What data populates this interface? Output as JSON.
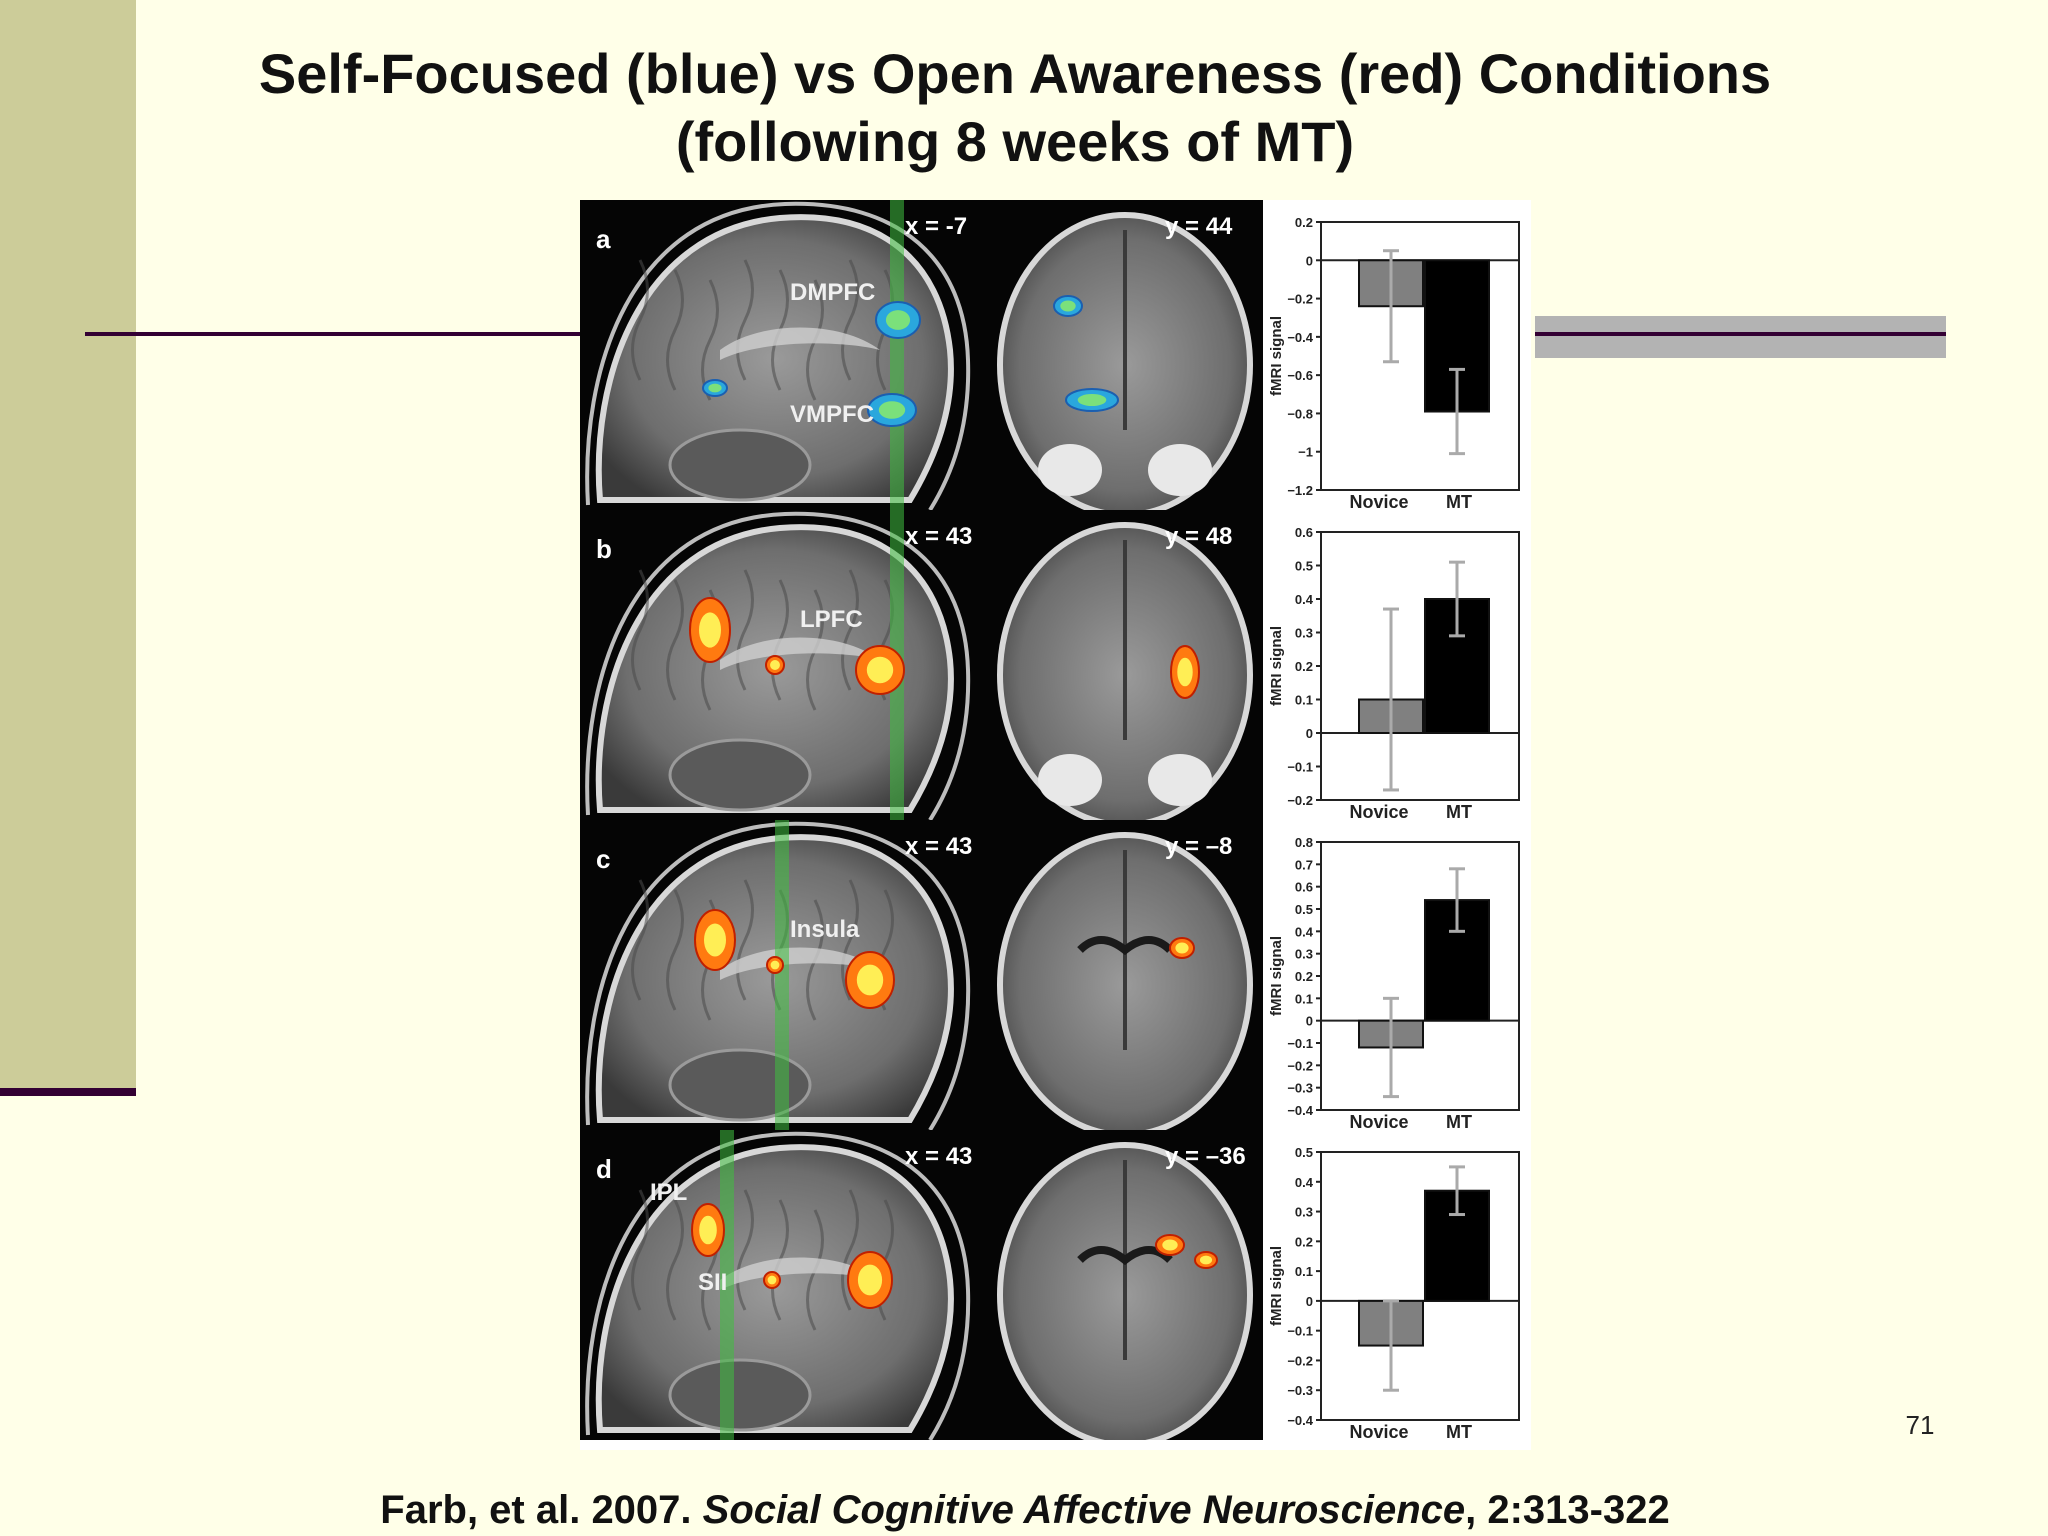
{
  "slide": {
    "title_line1": "Self-Focused (blue) vs Open Awareness (red) Conditions",
    "title_line2": "(following 8 weeks of MT)",
    "page_number": "71",
    "citation_authors": "Farb, et al. 2007. ",
    "citation_journal": "Social Cognitive Affective Neuroscience",
    "citation_pages": ", 2:313-322",
    "colors": {
      "background": "#ffffe8",
      "sidebar": "#cccc99",
      "accent_line": "#330033",
      "blue_activation": "#2b9fd9",
      "red_activation": "#ff6600"
    }
  },
  "panels": [
    {
      "letter": "a",
      "x_label": "x = -7",
      "y_label": "y = 44",
      "regions": [
        "DMPFC",
        "VMPFC"
      ],
      "activation": "blue"
    },
    {
      "letter": "b",
      "x_label": "x = 43",
      "y_label": "y = 48",
      "regions": [
        "LPFC"
      ],
      "activation": "red"
    },
    {
      "letter": "c",
      "x_label": "x = 43",
      "y_label": "y = –8",
      "regions": [
        "Insula"
      ],
      "activation": "red"
    },
    {
      "letter": "d",
      "x_label": "x = 43",
      "y_label": "y = –36",
      "regions": [
        "IPL",
        "SII"
      ],
      "activation": "red"
    }
  ],
  "chart_data": [
    {
      "type": "bar",
      "panel": "a",
      "categories": [
        "Novice",
        "MT"
      ],
      "values": [
        -0.24,
        -0.79
      ],
      "error": [
        0.29,
        0.22
      ],
      "ylabel": "fMRI signal",
      "ylim": [
        -1.2,
        0.2
      ],
      "ticks": [
        "0.2",
        "0",
        "−0.2",
        "−0.4",
        "−0.6",
        "−0.8",
        "−1",
        "−1.2"
      ],
      "tick_values": [
        0.2,
        0,
        -0.2,
        -0.4,
        -0.6,
        -0.8,
        -1,
        -1.2
      ],
      "colors": [
        "#808080",
        "#000000"
      ]
    },
    {
      "type": "bar",
      "panel": "b",
      "categories": [
        "Novice",
        "MT"
      ],
      "values": [
        0.1,
        0.4
      ],
      "error": [
        0.27,
        0.11
      ],
      "ylabel": "fMRI signal",
      "ylim": [
        -0.2,
        0.6
      ],
      "ticks": [
        "0.6",
        "0.5",
        "0.4",
        "0.3",
        "0.2",
        "0.1",
        "0",
        "−0.1",
        "−0.2"
      ],
      "tick_values": [
        0.6,
        0.5,
        0.4,
        0.3,
        0.2,
        0.1,
        0,
        -0.1,
        -0.2
      ],
      "colors": [
        "#808080",
        "#000000"
      ]
    },
    {
      "type": "bar",
      "panel": "c",
      "categories": [
        "Novice",
        "MT"
      ],
      "values": [
        -0.12,
        0.54
      ],
      "error": [
        0.22,
        0.14
      ],
      "ylabel": "fMRI signal",
      "ylim": [
        -0.4,
        0.8
      ],
      "ticks": [
        "0.8",
        "0.7",
        "0.6",
        "0.5",
        "0.4",
        "0.3",
        "0.2",
        "0.1",
        "0",
        "−0.1",
        "−0.2",
        "−0.3",
        "−0.4"
      ],
      "tick_values": [
        0.8,
        0.7,
        0.6,
        0.5,
        0.4,
        0.3,
        0.2,
        0.1,
        0,
        -0.1,
        -0.2,
        -0.3,
        -0.4
      ],
      "colors": [
        "#808080",
        "#000000"
      ]
    },
    {
      "type": "bar",
      "panel": "d",
      "categories": [
        "Novice",
        "MT"
      ],
      "values": [
        -0.15,
        0.37
      ],
      "error": [
        0.15,
        0.08
      ],
      "ylabel": "fMRI signal",
      "ylim": [
        -0.4,
        0.5
      ],
      "ticks": [
        "0.5",
        "0.4",
        "0.3",
        "0.2",
        "0.1",
        "0",
        "−0.1",
        "−0.2",
        "−0.3",
        "−0.4"
      ],
      "tick_values": [
        0.5,
        0.4,
        0.3,
        0.2,
        0.1,
        0,
        -0.1,
        -0.2,
        -0.3,
        -0.4
      ],
      "colors": [
        "#808080",
        "#000000"
      ]
    }
  ]
}
